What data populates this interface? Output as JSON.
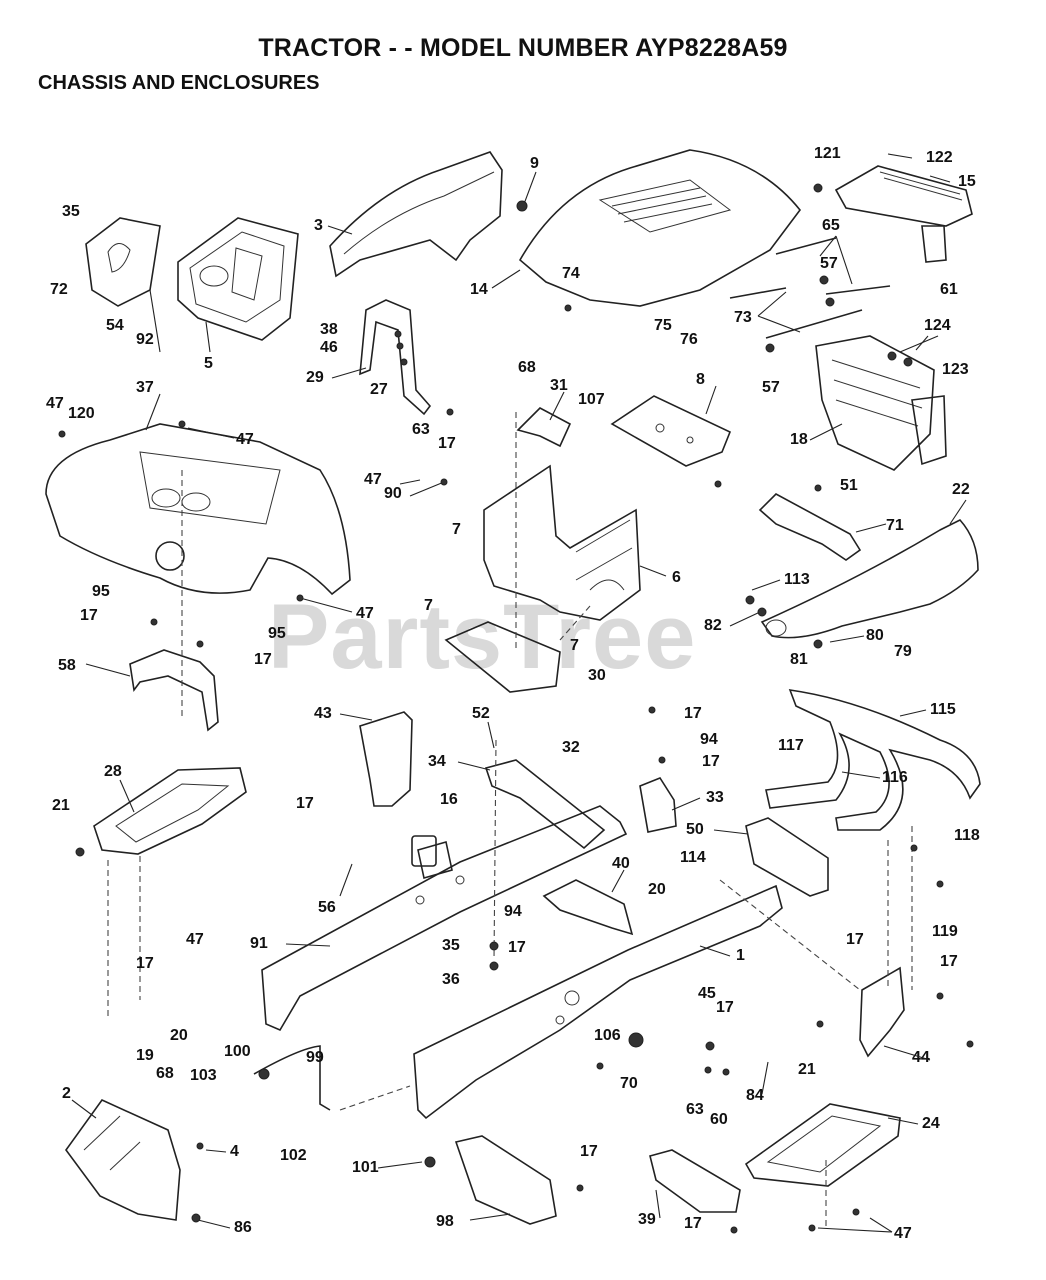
{
  "title": "TRACTOR - - MODEL NUMBER AYP8228A59",
  "subtitle": "CHASSIS AND ENCLOSURES",
  "watermark": "PartsTree",
  "labels": [
    "9",
    "121",
    "122",
    "15",
    "3",
    "14",
    "65",
    "35",
    "57",
    "72",
    "74",
    "54",
    "92",
    "5",
    "61",
    "73",
    "75",
    "76",
    "38",
    "46",
    "29",
    "27",
    "107",
    "124",
    "57",
    "123",
    "68",
    "31",
    "8",
    "47",
    "120",
    "37",
    "47",
    "63",
    "17",
    "18",
    "47",
    "90",
    "51",
    "22",
    "7",
    "6",
    "71",
    "113",
    "95",
    "17",
    "7",
    "47",
    "82",
    "80",
    "95",
    "17",
    "7",
    "81",
    "79",
    "30",
    "58",
    "115",
    "117",
    "43",
    "52",
    "17",
    "94",
    "32",
    "17",
    "34",
    "116",
    "28",
    "33",
    "16",
    "21",
    "17",
    "50",
    "118",
    "114",
    "56",
    "40",
    "20",
    "94",
    "47",
    "119",
    "91",
    "17",
    "35",
    "17",
    "1",
    "17",
    "17",
    "36",
    "45",
    "20",
    "17",
    "19",
    "106",
    "100",
    "99",
    "44",
    "21",
    "68",
    "103",
    "70",
    "63",
    "60",
    "84",
    "2",
    "4",
    "24",
    "102",
    "101",
    "17",
    "86",
    "98",
    "39",
    "17",
    "47"
  ]
}
